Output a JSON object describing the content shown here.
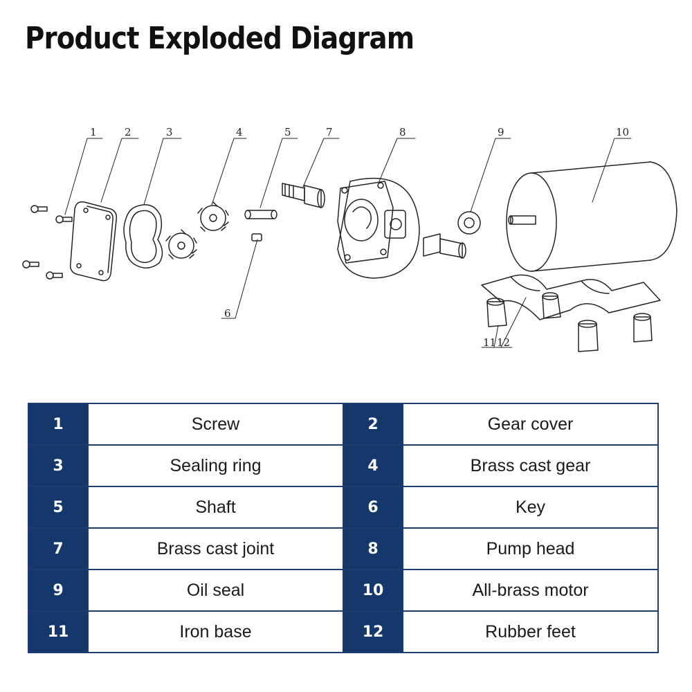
{
  "title": "Product Exploded Diagram",
  "diagram": {
    "callouts": [
      "1",
      "2",
      "3",
      "4",
      "5",
      "6",
      "7",
      "8",
      "9",
      "10",
      "11",
      "12"
    ]
  },
  "colors": {
    "table_header": "#14386b",
    "border": "#1d3c6e"
  },
  "parts": [
    {
      "num": "1",
      "name": "Screw"
    },
    {
      "num": "2",
      "name": "Gear cover"
    },
    {
      "num": "3",
      "name": "Sealing ring"
    },
    {
      "num": "4",
      "name": "Brass cast gear"
    },
    {
      "num": "5",
      "name": "Shaft"
    },
    {
      "num": "6",
      "name": "Key"
    },
    {
      "num": "7",
      "name": "Brass cast joint"
    },
    {
      "num": "8",
      "name": "Pump head"
    },
    {
      "num": "9",
      "name": "Oil seal"
    },
    {
      "num": "10",
      "name": "All-brass motor"
    },
    {
      "num": "11",
      "name": "Iron base"
    },
    {
      "num": "12",
      "name": "Rubber feet"
    }
  ]
}
